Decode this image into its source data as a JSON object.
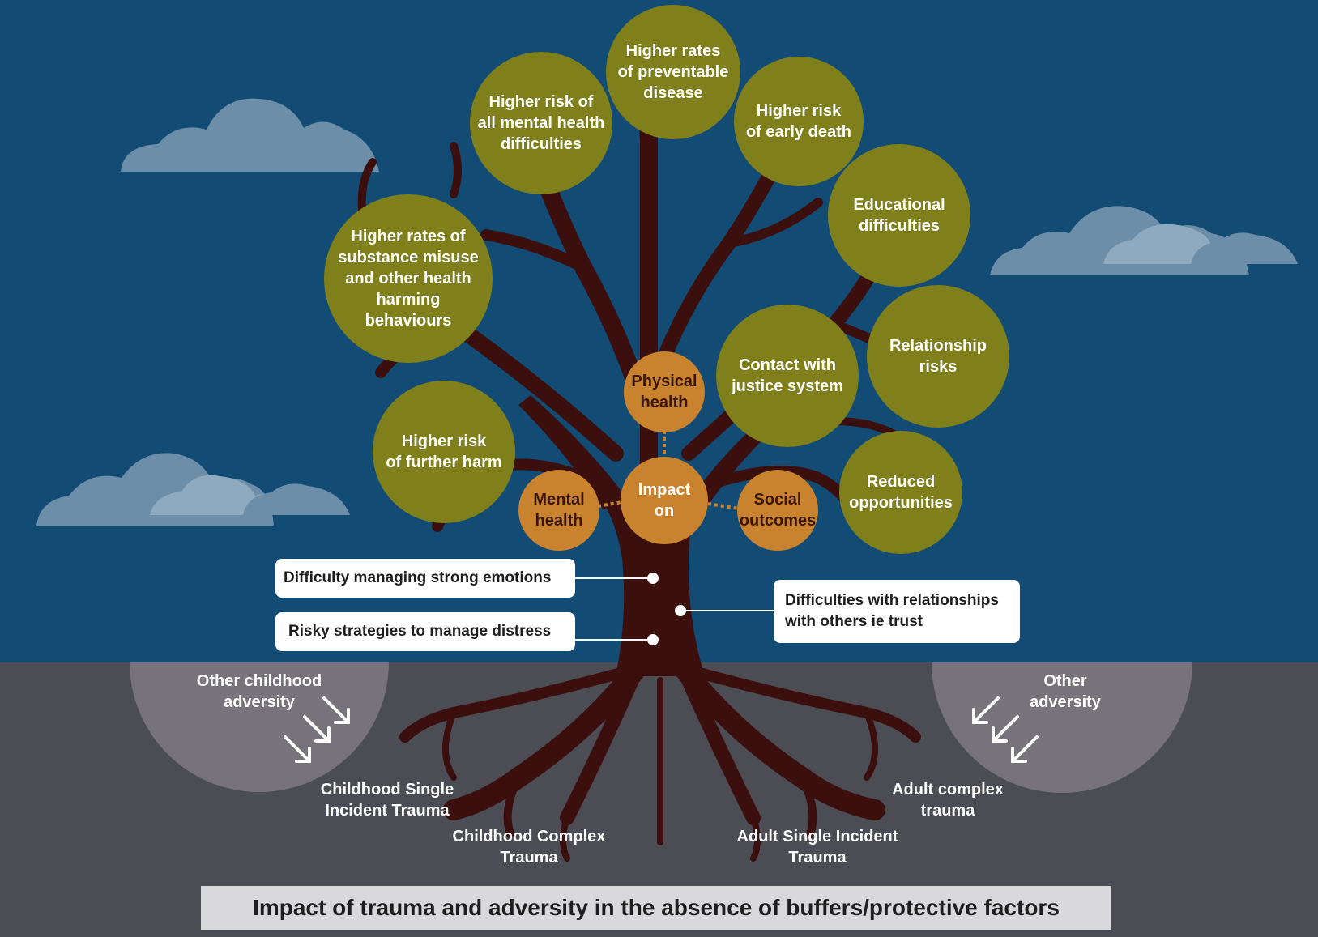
{
  "title": "Impact of trauma and adversity in the absence of buffers/protective factors",
  "colors": {
    "sky": "#124b74",
    "ground": "#4c4d54",
    "trunk": "#3a0f0d",
    "impact_circle": "#7f801c",
    "category_circle": "#c9832e",
    "cloud": "#6d8ea8",
    "adversity_dome": "#77737a"
  },
  "impacts": {
    "preventable_disease": "Higher rates\nof preventable\ndisease",
    "mental_health_difficulties": "Higher risk of\nall mental health\ndifficulties",
    "early_death": "Higher risk\nof early death",
    "educational_difficulties": "Educational\ndifficulties",
    "substance_misuse": "Higher rates of\nsubstance misuse\nand other health\nharming\nbehaviours",
    "justice_system": "Contact with\njustice system",
    "relationship_risks": "Relationship\nrisks",
    "further_harm": "Higher risk\nof further harm",
    "reduced_opportunities": "Reduced\nopportunities"
  },
  "categories": {
    "center": "Impact\non",
    "physical": "Physical\nhealth",
    "mental": "Mental\nhealth",
    "social": "Social\noutcomes"
  },
  "callouts": {
    "emotions": "Difficulty managing strong emotions",
    "distress": "Risky strategies to manage distress",
    "relationships": "Difficulties with relationships\nwith others ie trust"
  },
  "roots": {
    "childhood_single": "Childhood Single\nIncident Trauma",
    "childhood_complex": "Childhood Complex\nTrauma",
    "adult_single": "Adult Single Incident\nTrauma",
    "adult_complex": "Adult complex\ntrauma"
  },
  "adversity": {
    "childhood": "Other childhood\nadversity",
    "other": "Other\nadversity"
  }
}
